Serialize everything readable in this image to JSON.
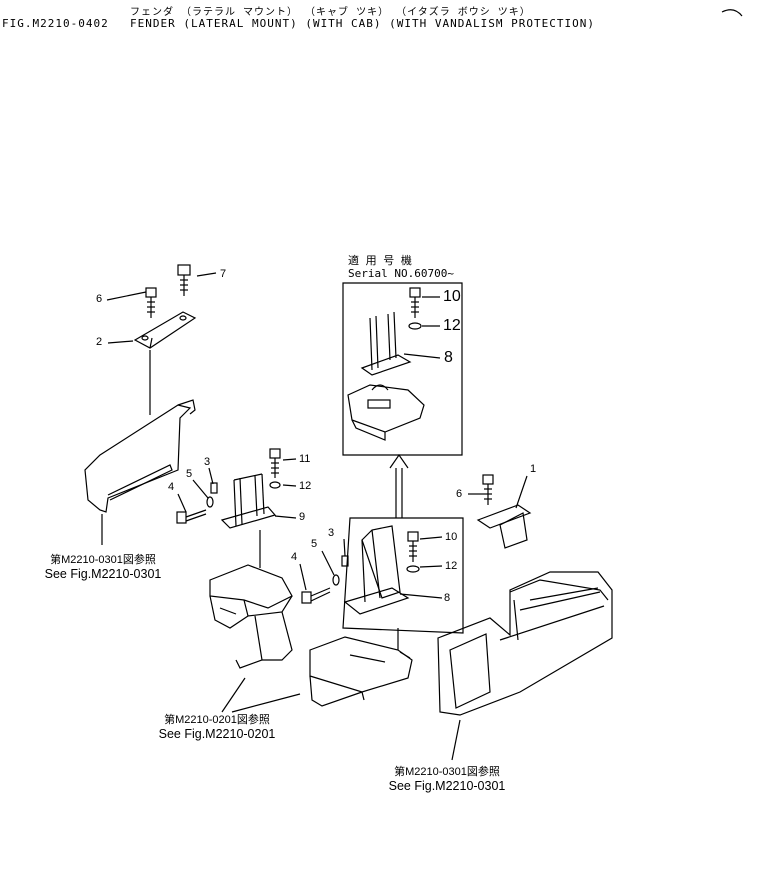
{
  "header": {
    "jp_title": "フェンダ （ラテラル マウント） （キャブ ツキ） （イタズラ ボウシ ツキ）",
    "fig_id": "FIG.M2210-0402",
    "title": "FENDER (LATERAL MOUNT) (WITH CAB) (WITH VANDALISM PROTECTION)"
  },
  "serial_box": {
    "jp": "適 用 号 機",
    "serial": "Serial NO.60700~"
  },
  "references": {
    "left": {
      "jp": "第M2210-0301図参照",
      "en": "See Fig.M2210-0301"
    },
    "center": {
      "jp": "第M2210-0201図参照",
      "en": "See Fig.M2210-0201"
    },
    "right": {
      "jp": "第M2210-0301図参照",
      "en": "See Fig.M2210-0301"
    }
  },
  "callouts": {
    "c1": "1",
    "c2": "2",
    "c3a": "3",
    "c3b": "3",
    "c4a": "4",
    "c4b": "4",
    "c5a": "5",
    "c5b": "5",
    "c6a": "6",
    "c6b": "6",
    "c7": "7",
    "c8a": "8",
    "c8b": "8",
    "c9": "9",
    "c10a": "10",
    "c10b": "10",
    "c11": "11",
    "c12a": "12",
    "c12b": "12",
    "c12c": "12"
  }
}
